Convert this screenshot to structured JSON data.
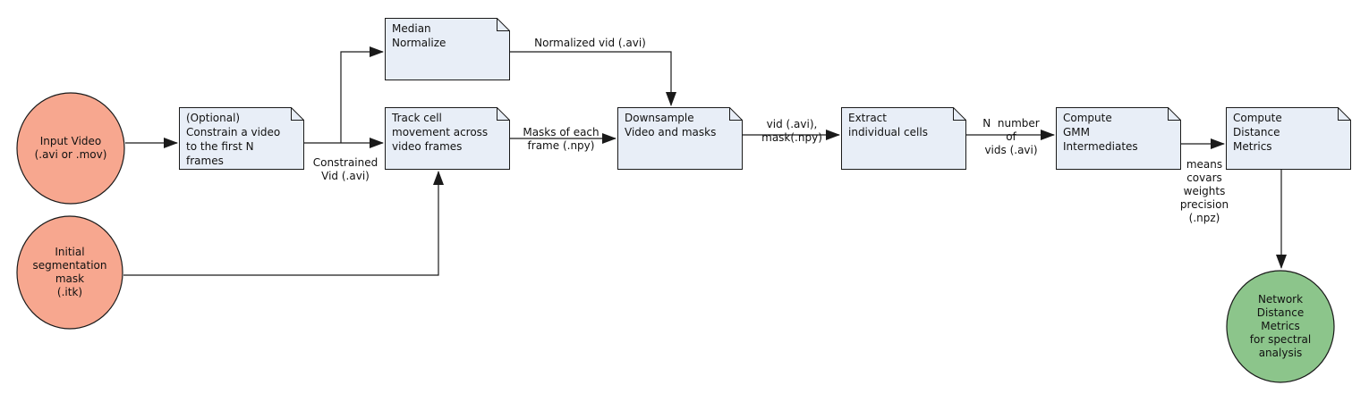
{
  "colors": {
    "source_fill": "#F7A78F",
    "process_fill": "#E8EEF7",
    "output_fill": "#8CC58B",
    "stroke": "#1a1a1a"
  },
  "nodes": {
    "input_video": {
      "label": "Input Video\n(.avi or .mov)"
    },
    "initial_mask": {
      "label": "Initial\nsegmentation\nmask\n(.itk)"
    },
    "constrain": {
      "label": "(Optional)\nConstrain a video\nto the first N\nframes"
    },
    "median_normalize": {
      "label": "Median\nNormalize"
    },
    "track_cells": {
      "label": "Track cell\nmovement across\nvideo frames"
    },
    "downsample": {
      "label": "Downsample\nVideo and masks"
    },
    "extract_cells": {
      "label": "Extract\nindividual cells"
    },
    "compute_gmm": {
      "label": "Compute\nGMM\nIntermediates"
    },
    "compute_distance": {
      "label": "Compute\nDistance\nMetrics"
    },
    "network_metrics": {
      "label": "Network\nDistance\nMetrics\nfor spectral\nanalysis"
    }
  },
  "edge_labels": {
    "constrained_vid": "Constrained\nVid (.avi)",
    "normalized_vid": "Normalized vid (.avi)",
    "masks_each_frame": "Masks of each\nframe (.npy)",
    "vid_mask": "vid (.avi),\nmask(.npy)",
    "n_vids": "N  number\nof\nvids (.avi)",
    "gmm_params": "means\ncovars\nweights\nprecision\n(.npz)"
  }
}
